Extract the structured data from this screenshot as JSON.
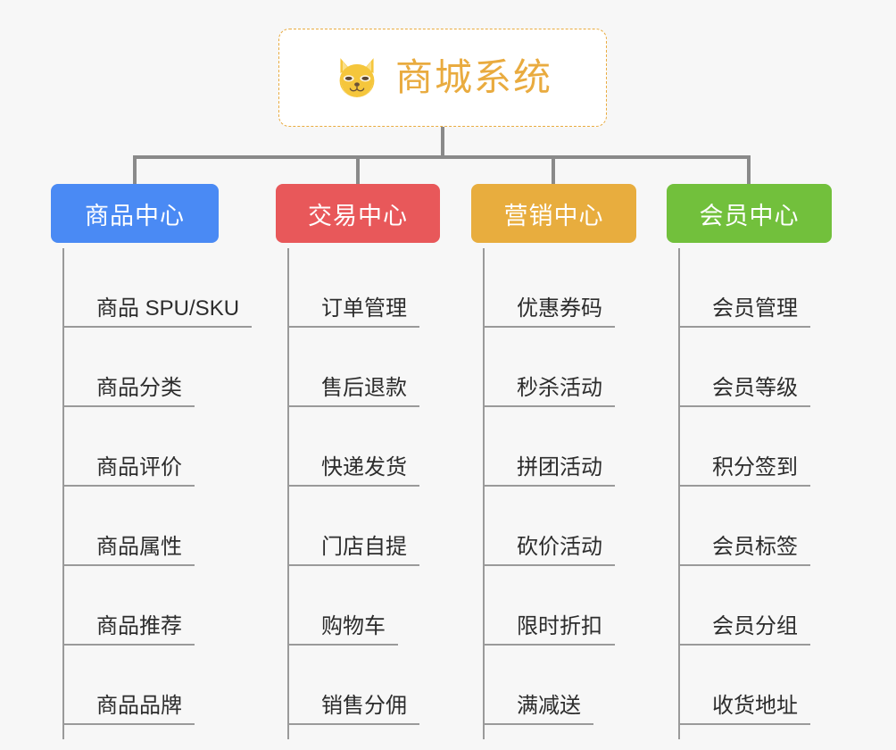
{
  "page": {
    "background_color": "#f7f7f7",
    "line_color": "#8a8a8a",
    "child_line_color": "#9a9a9a"
  },
  "root": {
    "title": "商城系统",
    "icon": "shiba-dog-face-icon",
    "accent_color": "#e9ab3f",
    "border_style": "dashed",
    "background_color": "#ffffff"
  },
  "categories": [
    {
      "label": "商品中心",
      "color": "#4a8af4",
      "items": [
        "商品 SPU/SKU",
        "商品分类",
        "商品评价",
        "商品属性",
        "商品推荐",
        "商品品牌"
      ]
    },
    {
      "label": "交易中心",
      "color": "#e8585a",
      "items": [
        "订单管理",
        "售后退款",
        "快递发货",
        "门店自提",
        "购物车",
        "销售分佣"
      ]
    },
    {
      "label": "营销中心",
      "color": "#e8ad3e",
      "items": [
        "优惠券码",
        "秒杀活动",
        "拼团活动",
        "砍价活动",
        "限时折扣",
        "满减送"
      ]
    },
    {
      "label": "会员中心",
      "color": "#72c03c",
      "items": [
        "会员管理",
        "会员等级",
        "积分签到",
        "会员标签",
        "会员分组",
        "收货地址"
      ]
    }
  ]
}
